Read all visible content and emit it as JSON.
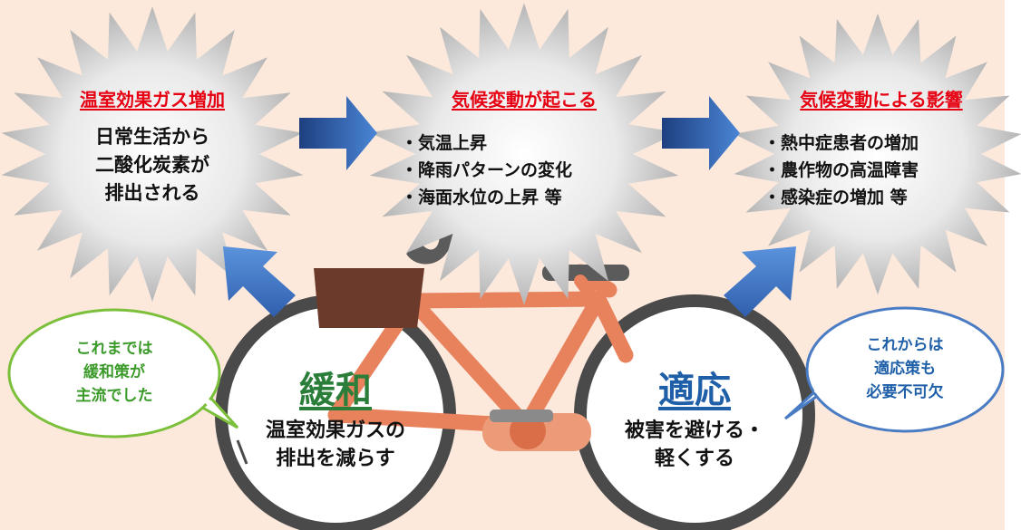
{
  "bursts": [
    {
      "title": "温室効果ガス増加",
      "lines": [
        "日常生活から",
        "二酸化炭素が",
        "排出される"
      ]
    },
    {
      "title": "気候変動が起こる",
      "lines": [
        "・気温上昇",
        "・降雨パターンの変化",
        "・海面水位の上昇 等"
      ]
    },
    {
      "title": "気候変動による影響",
      "lines": [
        "・熱中症患者の増加",
        "・農作物の高温障害",
        "・感染症の増加 等"
      ]
    }
  ],
  "mitigation": {
    "title": "緩和",
    "lines": [
      "温室効果ガスの",
      "排出を減らす"
    ]
  },
  "adaptation": {
    "title": "適応",
    "lines": [
      "被害を避ける・",
      "軽くする"
    ]
  },
  "bubble_left": {
    "lines": [
      "これまでは",
      "緩和策が",
      "主流でした"
    ]
  },
  "bubble_right": {
    "lines": [
      "これからは",
      "適応策も",
      "必要不可欠"
    ]
  },
  "colors": {
    "background": "#fce9dc",
    "title_red": "#e60012",
    "mitigation_green": "#2b7d3a",
    "adaptation_blue": "#1f5fa8",
    "arrow_blue": "#3a74c4",
    "bike_frame": "#e8825c",
    "basket": "#6b3a2a",
    "tire": "#4a4a4a",
    "bubble_green_border": "#7bbf3a",
    "bubble_blue_border": "#4a7cc4"
  }
}
